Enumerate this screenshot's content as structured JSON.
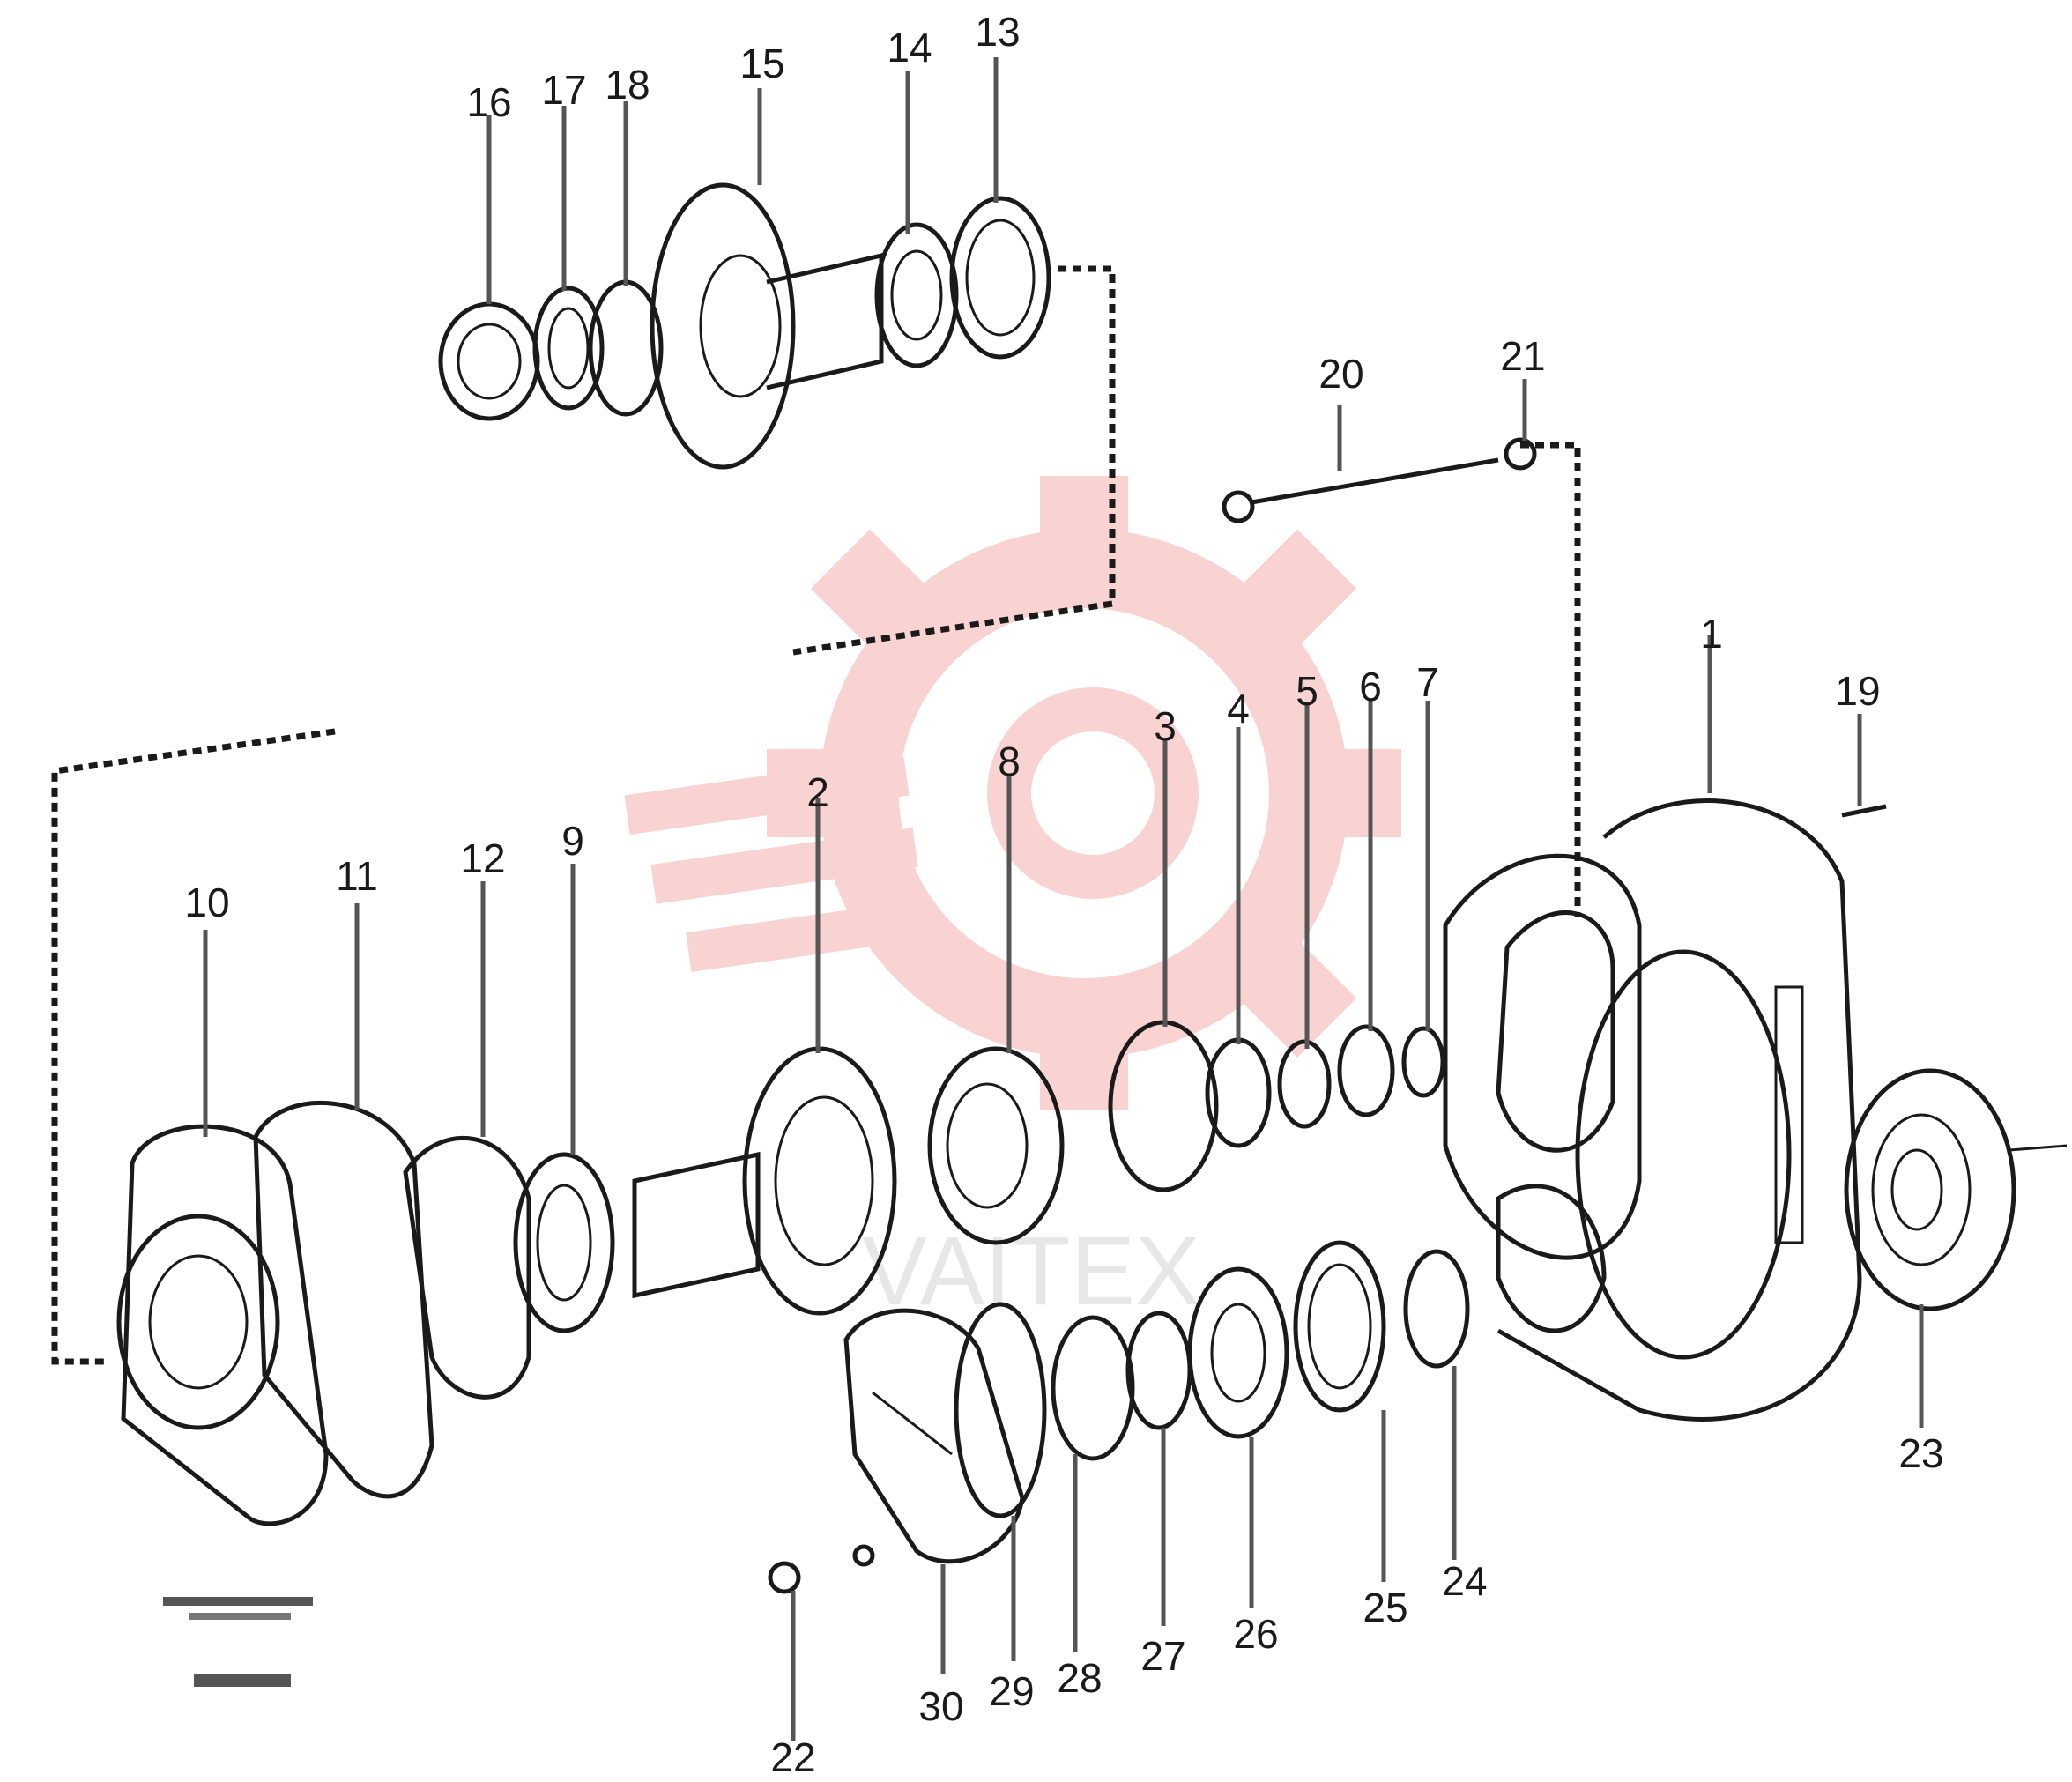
{
  "diagram": {
    "callouts": [
      "1",
      "2",
      "3",
      "4",
      "5",
      "6",
      "7",
      "8",
      "9",
      "10",
      "11",
      "12",
      "13",
      "14",
      "15",
      "16",
      "17",
      "18",
      "19",
      "20",
      "21",
      "22",
      "23",
      "24",
      "25",
      "26",
      "27",
      "28",
      "29",
      "30"
    ],
    "caption_line1": "",
    "caption_line2": "",
    "watermark_text": "VAITEX",
    "colors": {
      "line": "#1a1a1a",
      "leader": "#555555",
      "watermark": "#e53935",
      "background": "#ffffff"
    }
  }
}
